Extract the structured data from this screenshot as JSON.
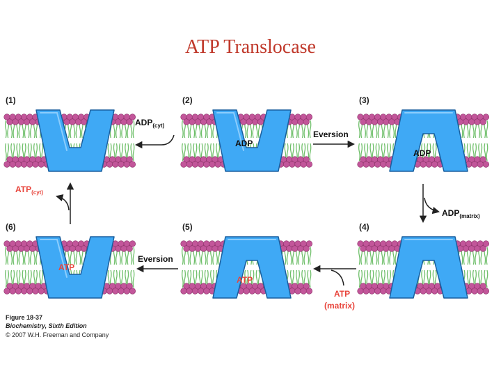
{
  "title": "ATP Translocase",
  "panels": [
    {
      "label": "(1)",
      "protein": "open-up",
      "bound": ""
    },
    {
      "label": "(2)",
      "protein": "open-up",
      "bound": "ADP"
    },
    {
      "label": "(3)",
      "protein": "open-down",
      "bound": "ADP"
    },
    {
      "label": "(4)",
      "protein": "open-down",
      "bound": ""
    },
    {
      "label": "(5)",
      "protein": "open-down",
      "bound": "ATP"
    },
    {
      "label": "(6)",
      "protein": "open-up",
      "bound": "ATP"
    }
  ],
  "steps": {
    "adp_cyt": {
      "main": "ADP",
      "sub": "(cyt)"
    },
    "eversion_top": "Eversion",
    "adp_matrix": {
      "main": "ADP",
      "sub": "(matrix)"
    },
    "atp_matrix": {
      "main": "ATP",
      "sub": "(matrix)"
    },
    "eversion_bottom": "Eversion",
    "atp_cyt": {
      "main": "ATP",
      "sub": "(cyt)"
    }
  },
  "caption": {
    "figure": "Figure 18-37",
    "book": "Biochemistry, Sixth Edition",
    "copyright": "© 2007 W.H. Freeman and Company"
  },
  "colors": {
    "title": "#c0392b",
    "protein": "#3fa9f5",
    "protein_edge": "#1a5f9e",
    "lipid_head": "#c2569a",
    "lipid_tail": "#6fbf6a",
    "atp_label": "#e8453c",
    "adp_label": "#111111"
  }
}
